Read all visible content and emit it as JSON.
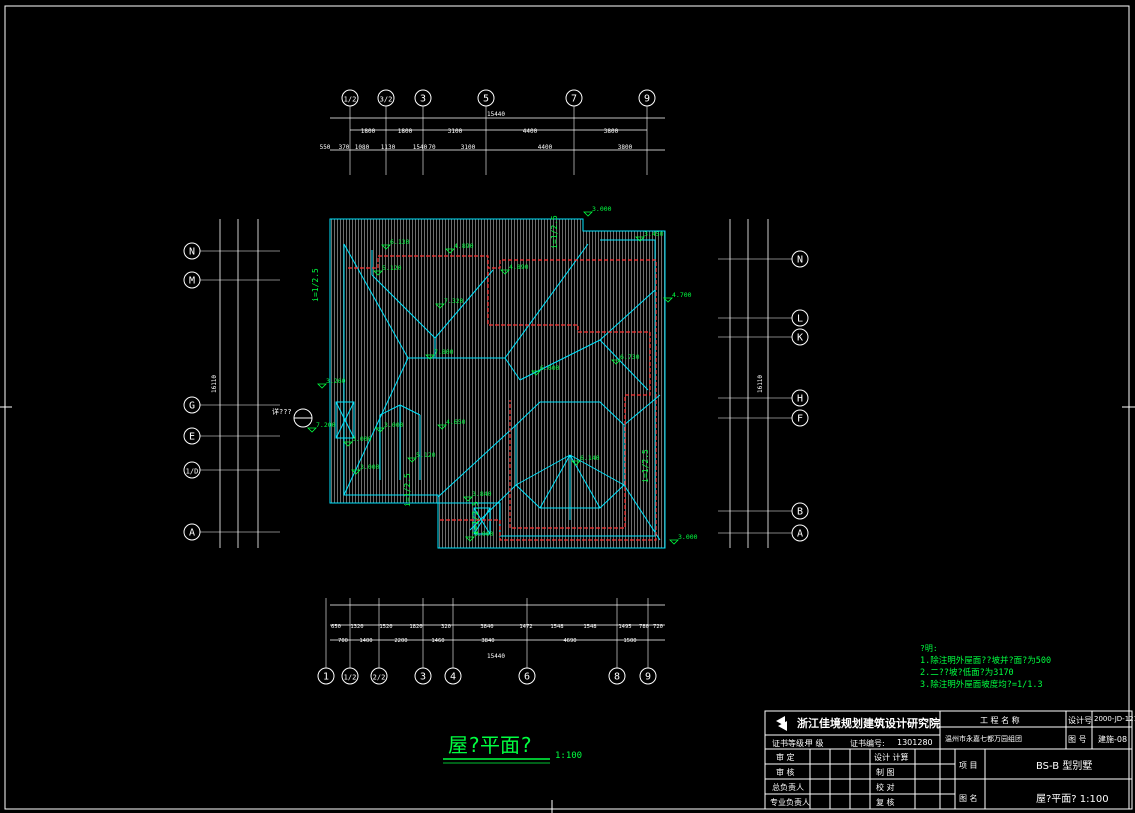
{
  "drawing_title": "屋?平面?",
  "drawing_scale": "1:100",
  "axis_top": [
    "1/2",
    "3/2",
    "3",
    "5",
    "7",
    "9"
  ],
  "axis_bottom": [
    "1",
    "1/2",
    "2/2",
    "3",
    "4",
    "6",
    "8",
    "9"
  ],
  "axis_left": [
    "N",
    "M",
    "G",
    "E",
    "1/D",
    "A"
  ],
  "axis_right": [
    "N",
    "L",
    "K",
    "H",
    "F",
    "B",
    "A"
  ],
  "dims_top_row1": [
    "1800",
    "1800",
    "3100",
    "4400",
    "3800"
  ],
  "dims_top_row2": [
    "550",
    "370",
    "1080",
    "1130",
    "1540",
    "70",
    "3100",
    "4400",
    "3800"
  ],
  "dims_top_total": "15440",
  "dims_bottom_row1": [
    "650",
    "1320",
    "1520",
    "1820",
    "320",
    "3840",
    "1472",
    "1548",
    "1548",
    "1495",
    "780",
    "720"
  ],
  "dims_bottom_row2": [
    "700",
    "1400",
    "2200",
    "1460",
    "3840",
    "4690",
    "1500"
  ],
  "dims_bottom_total": "15440",
  "dims_left_total": "16110",
  "dims_right_total": "16110",
  "elevations": [
    "3.000",
    "3.450",
    "4.890",
    "6.130",
    "4.890",
    "5.120",
    "7.320",
    "4.700",
    "7.800",
    "6.730",
    "3.260",
    "6.600",
    "7.200",
    "6.140",
    "3.000",
    "5.120",
    "4.650",
    "3.840",
    "3.000",
    "3.000",
    "3.000",
    "3.000"
  ],
  "slopes": [
    "i=1/2.5",
    "i=1/2.5",
    "i=1/2.5",
    "i=1/2.5",
    "i=1/2.5"
  ],
  "callout": "详???",
  "notes": {
    "header": "?明:",
    "lines": [
      "1.除注明外屋面??坡并?面?为500",
      "2.二??坡?低面?为3170",
      "3.除注明外屋面坡度均?=1/1.3"
    ]
  },
  "title_block": {
    "company": "浙江佳境规划建筑设计研究院",
    "cert_label": "证书等级:",
    "cert_grade": "甲 级",
    "cert_no_label": "证书编号:",
    "cert_no": "1301280",
    "project_header": "工 程 名 称",
    "project_name": "温州市永嘉七都万园组团",
    "design_no_label": "设计号",
    "design_no": "2000-JD-121",
    "drawing_no_label": "图 号",
    "drawing_no": "建施-08",
    "item_label": "项 目",
    "item_value": "BS-B 型别墅",
    "sheet_name_label": "图 名",
    "sheet_name_value": "屋?平面? 1:100",
    "rows_left": [
      "审 定",
      "审 核",
      "总负责人",
      "专业负责人"
    ],
    "rows_mid": [
      "设计 计算",
      "制 图",
      "校 对",
      "复 核"
    ]
  }
}
